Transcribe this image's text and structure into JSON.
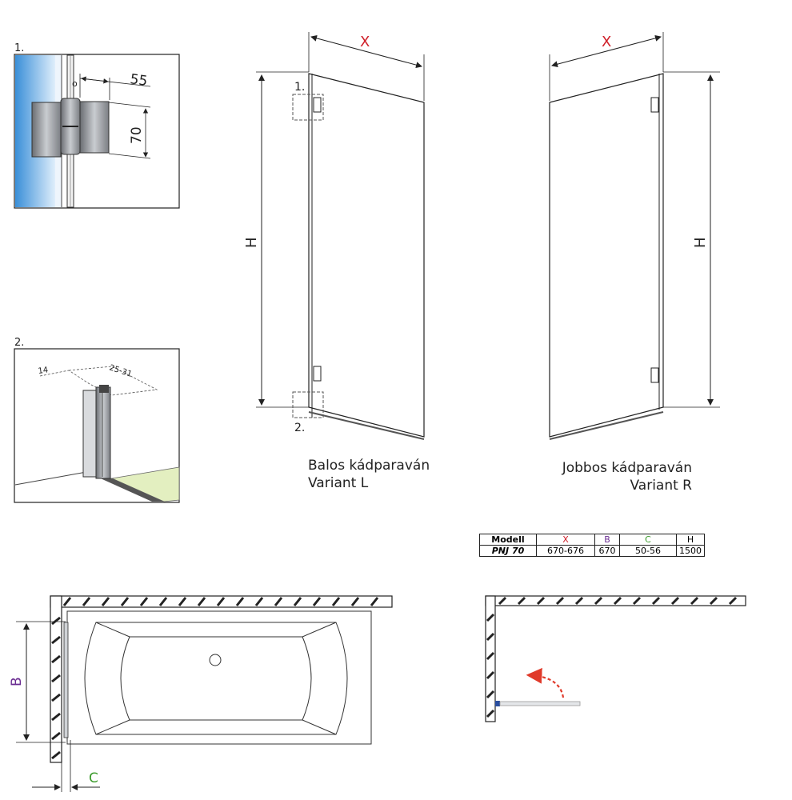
{
  "detail1": {
    "number": "1.",
    "dim_depth": "55",
    "dim_height": "70"
  },
  "detail2": {
    "number": "2.",
    "dim_a": "14",
    "dim_b": "25-31"
  },
  "left_panel": {
    "dim_x": "X",
    "dim_h": "H",
    "marker1": "1.",
    "marker2": "2.",
    "caption_line1": "Balos kádparaván",
    "caption_line2": "Variant L"
  },
  "right_panel": {
    "dim_x": "X",
    "dim_h": "H",
    "caption_line1": "Jobbos kádparaván",
    "caption_line2": "Variant R"
  },
  "table": {
    "headers": [
      "Modell",
      "X",
      "B",
      "C",
      "H"
    ],
    "row": [
      "PNJ 70",
      "670-676",
      "670",
      "50-56",
      "1500"
    ]
  },
  "plan": {
    "dim_b": "B",
    "dim_c": "C"
  },
  "colors": {
    "x": "#d0202a",
    "b": "#6a2c91",
    "c": "#3a9a2a",
    "arrow": "#e03a2a",
    "wall_blue": "#3a8fd8",
    "floor_green": "#e3efc0"
  }
}
